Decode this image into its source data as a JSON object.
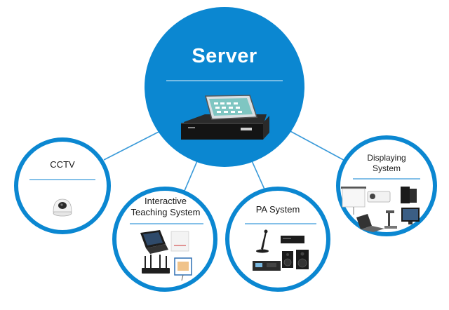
{
  "server": {
    "title": "Server",
    "device_label": "server-rack-device"
  },
  "nodes": [
    {
      "id": "cctv",
      "label": "CCTV",
      "icon": "dome-camera-icon"
    },
    {
      "id": "interactive",
      "label_line1": "Interactive",
      "label_line2": "Teaching System",
      "icon": "teaching-devices-icon"
    },
    {
      "id": "pa",
      "label": "PA System",
      "icon": "audio-equipment-icon"
    },
    {
      "id": "display",
      "label_line1": "Displaying",
      "label_line2": "System",
      "icon": "display-devices-icon"
    }
  ],
  "colors": {
    "server_fill": "#0b87d1",
    "ring": "#0b87d1",
    "divider": "#3a9ad9",
    "connector": "#3a9ad9"
  }
}
